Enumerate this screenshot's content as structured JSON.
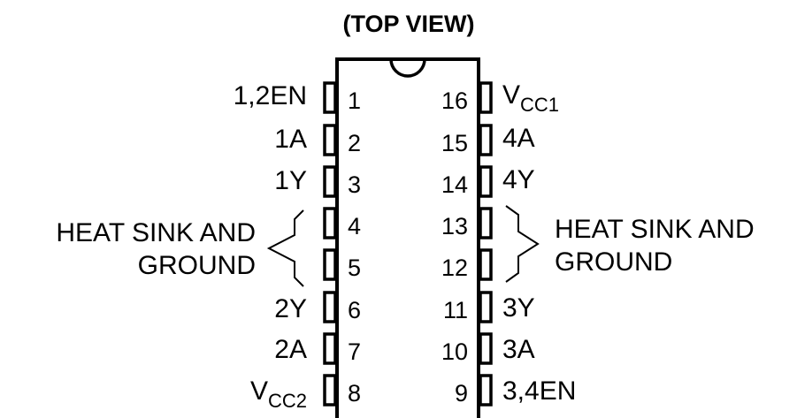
{
  "title": "(TOP VIEW)",
  "left_pins": [
    {
      "num": "1",
      "name": "1,2EN"
    },
    {
      "num": "2",
      "name": "1A"
    },
    {
      "num": "3",
      "name": "1Y"
    },
    {
      "num": "4",
      "name": ""
    },
    {
      "num": "5",
      "name": ""
    },
    {
      "num": "6",
      "name": "2Y"
    },
    {
      "num": "7",
      "name": "2A"
    },
    {
      "num": "8",
      "name": "V",
      "name_sub": "CC2"
    }
  ],
  "right_pins": [
    {
      "num": "16",
      "name": "V",
      "name_sub": "CC1"
    },
    {
      "num": "15",
      "name": "4A"
    },
    {
      "num": "14",
      "name": "4Y"
    },
    {
      "num": "13",
      "name": ""
    },
    {
      "num": "12",
      "name": ""
    },
    {
      "num": "11",
      "name": "3Y"
    },
    {
      "num": "10",
      "name": "3A"
    },
    {
      "num": "9",
      "name": "3,4EN"
    }
  ],
  "left_group": {
    "line1": "HEAT SINK AND",
    "line2": "GROUND"
  },
  "right_group": {
    "line1": "HEAT SINK AND",
    "line2": "GROUND"
  },
  "colors": {
    "ink": "#000000",
    "background": "#ffffff"
  }
}
